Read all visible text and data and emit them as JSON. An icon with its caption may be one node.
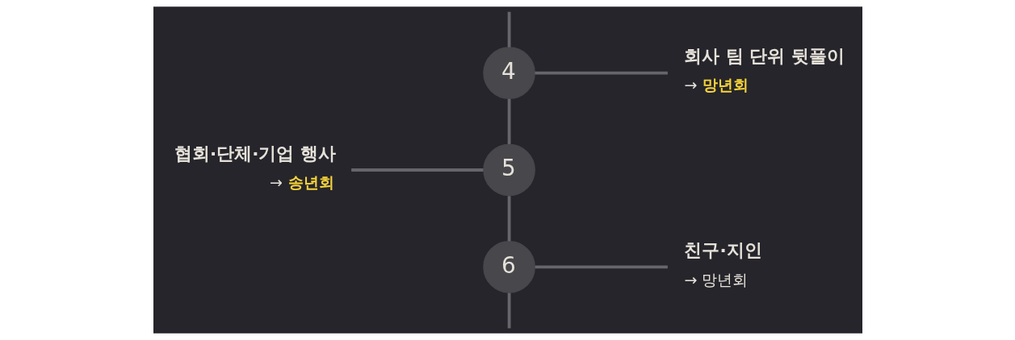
{
  "diagram": {
    "nodes": [
      {
        "text": [
          "4"
        ]
      },
      {
        "text": [
          "회사 팀 단위 뒷풀이",
          "→ 망년회"
        ]
      },
      {
        "text": [
          "5"
        ]
      },
      {
        "text": [
          "협회·단체·기업 행사",
          "→ 송년회"
        ]
      },
      {
        "text": [
          "6"
        ]
      },
      {
        "text": [
          "친구·지인",
          "→ 망년회"
        ]
      }
    ],
    "edges": [
      {
        "from": null,
        "to": 0,
        "arrow": "none"
      },
      {
        "from": 0,
        "to": 1,
        "arrow": "none"
      },
      {
        "from": 0,
        "to": 2,
        "arrow": "none"
      },
      {
        "from": 3,
        "to": 2,
        "arrow": "none"
      },
      {
        "from": 2,
        "to": 4,
        "arrow": "none"
      },
      {
        "from": 4,
        "to": 5,
        "arrow": "none"
      },
      {
        "from": 4,
        "to": null,
        "arrow": "none"
      }
    ]
  }
}
